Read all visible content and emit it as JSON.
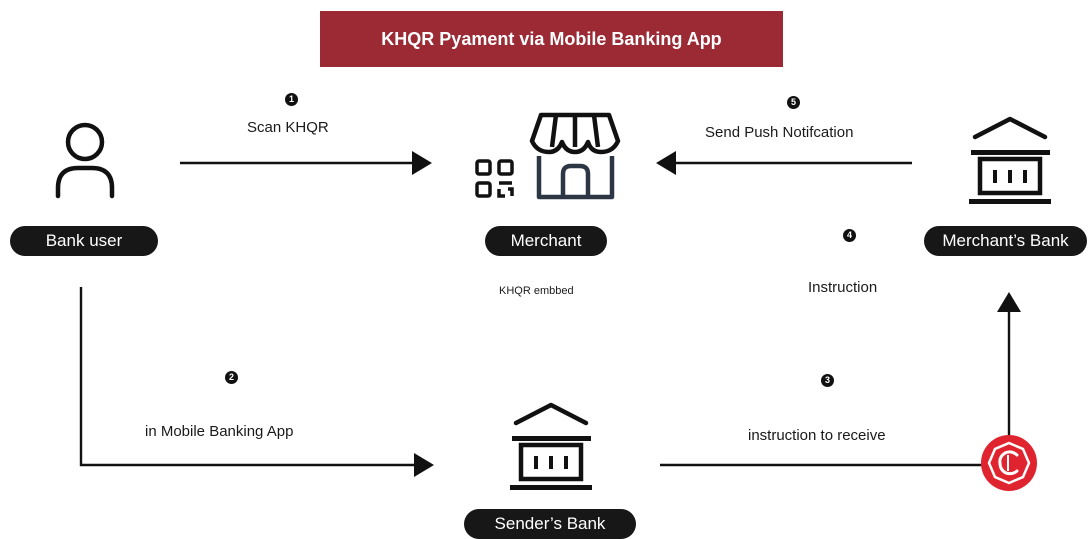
{
  "title": "KHQR Pyament via Mobile Banking App",
  "nodes": {
    "bank_user": "Bank user",
    "merchant": "Merchant",
    "merchants_bank": "Merchant’s Bank",
    "senders_bank": "Sender’s Bank"
  },
  "notes": {
    "khqr_embbed": "KHQR embbed"
  },
  "steps": [
    {
      "number": "1",
      "label": "Scan KHQR"
    },
    {
      "number": "2",
      "label": "in Mobile Banking App"
    },
    {
      "number": "3",
      "label": "instruction to receive"
    },
    {
      "number": "4",
      "label": "Instruction"
    },
    {
      "number": "5",
      "label": "Send Push Notifcation"
    }
  ],
  "colors": {
    "title_background": "#9b2a35",
    "badge_red": "#e0242f",
    "pill_background": "#171717",
    "line": "#111111"
  },
  "icons": [
    "user-icon",
    "qr-code-icon",
    "storefront-icon",
    "bank-icon",
    "bakong-logo-icon"
  ]
}
